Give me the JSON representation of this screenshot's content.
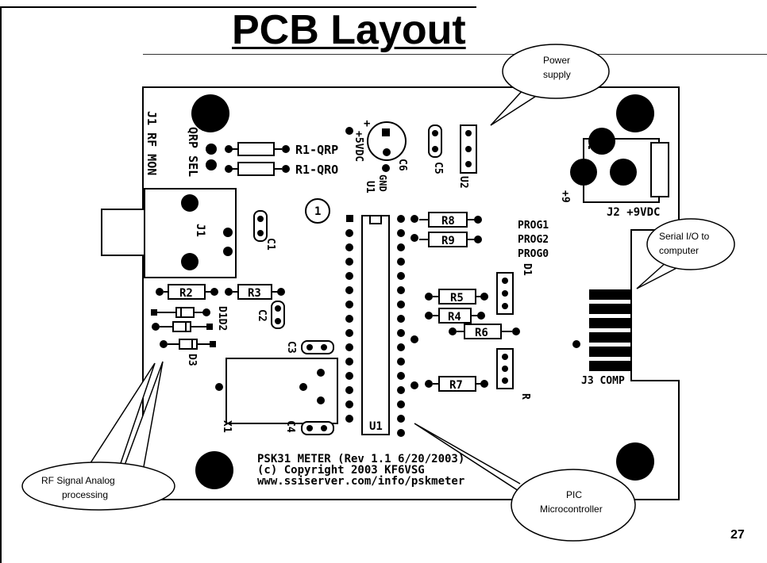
{
  "slide": {
    "title": "PCB Layout",
    "page_number": "27"
  },
  "callouts": {
    "power": [
      "Power",
      "supply"
    ],
    "serial": [
      "Serial I/O to",
      "computer"
    ],
    "rf": [
      "RF Signal Analog",
      "processing"
    ],
    "pic": [
      "PIC",
      "Microcontroller"
    ]
  },
  "board": {
    "labels": {
      "j1_rf_mon": "J1 RF MON",
      "qrp_sel": "QRP SEL",
      "r1_qrp": "R1-QRP",
      "r1_qro": "R1-QRO",
      "plus5vdc": "+5VDC",
      "c6": "C6",
      "gnd": "GND",
      "u1_top": "U1",
      "c5": "C5",
      "u2": "U2",
      "one": "1",
      "j1": "J1",
      "c1": "C1",
      "j2": "J2 +9VDC",
      "plus9": "+9",
      "r8": "R8",
      "r9": "R9",
      "prog1": "PROG1",
      "prog2": "PROG2",
      "prog0": "PROG0",
      "d1": "D1",
      "r2": "R2",
      "r3": "R3",
      "c2": "C2",
      "d1d2": "D1D2",
      "d3": "D3",
      "c3": "C3",
      "r5": "R5",
      "r4": "R4",
      "r6": "R6",
      "r7": "R7",
      "r_side": "R",
      "x1": "X1",
      "c4": "C4",
      "u1_bottom": "U1",
      "j3": "J3 COMP",
      "footer1": "PSK31 METER (Rev 1.1 6/20/2003)",
      "footer2": "(c) Copyright 2003 KF6VSG",
      "footer3": "www.ssiserver.com/info/pskmeter"
    }
  }
}
